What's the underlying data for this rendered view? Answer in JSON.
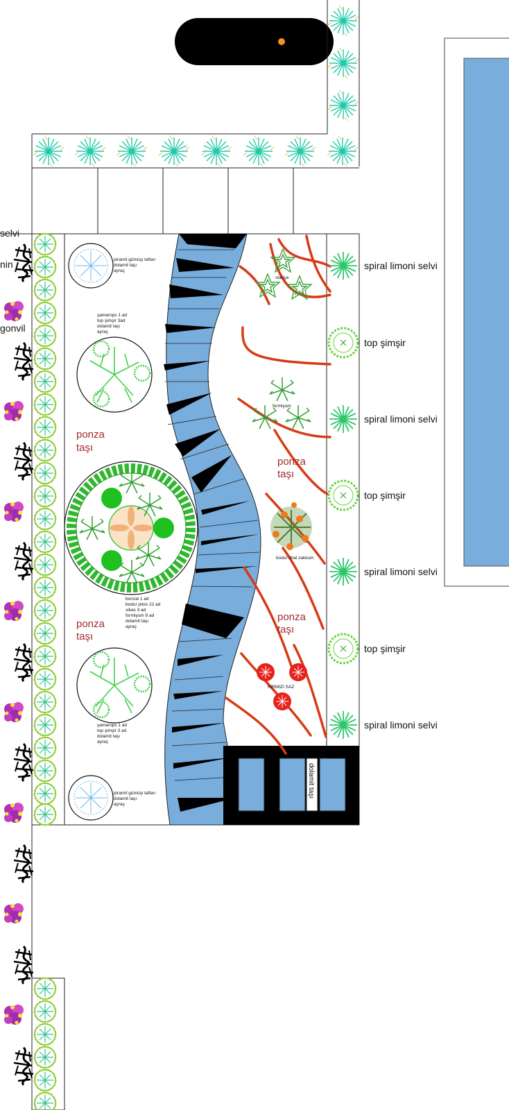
{
  "right_labels": {
    "spiral_1": "spiral limoni selvi",
    "top_1": "top şimşir",
    "spiral_2": "spiral limoni selvi",
    "top_2": "top şimşir",
    "spiral_3": "spiral limoni selvi",
    "top_3": "top şimşir",
    "spiral_4": "spiral limoni selvi"
  },
  "left_edge_labels": {
    "selvi": "selvi",
    "nin": "nin",
    "gonvil": "gonvil"
  },
  "ponza": {
    "word1": "ponza",
    "word2": "taşı"
  },
  "notes": {
    "piramit_top": [
      "piramit gümüşi taflan",
      "dolamit taşı",
      "ayraç"
    ],
    "samarops_top": [
      "şamarops 1 ad",
      "top şimşir 3ad",
      "dolamit taşı",
      "ayraç"
    ],
    "bonzai": [
      "bonzai 1 ad",
      "bodur pitos 22 ad",
      "sikas 3 ad",
      "formiyum 9 ad",
      "dolamit taşı",
      "ayraç"
    ],
    "samarops_bottom": [
      "şamarops 1 ad",
      "top şimşir 3 ad",
      "dolamit taşı",
      "ayraç"
    ],
    "piramit_bottom": [
      "piramit gümüşi taflan",
      "dolamit taşı",
      "ayraç"
    ]
  },
  "plant_labels": {
    "staricce": "staríçe",
    "formiyum": "formiyum",
    "zakkum": "bodur ithal zakkum",
    "kirmizi_saz": "KIRMIZI SAZ"
  },
  "dolamit_vertical": "dolamit taşı",
  "colors": {
    "blue": "#79ADDC",
    "black": "#000000",
    "red_curve": "#D83A16",
    "ponza_text": "#A3292D",
    "green": "#2ECC40",
    "teal": "#20C9A6",
    "orange_dot": "#F0951A"
  }
}
